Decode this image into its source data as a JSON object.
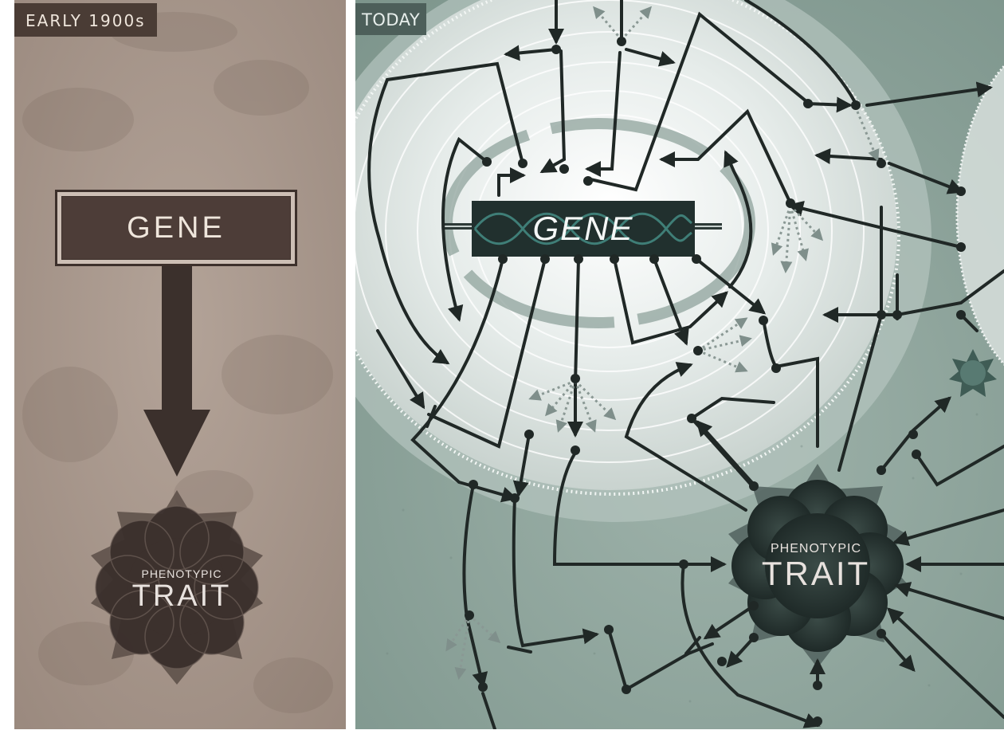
{
  "left_panel": {
    "tag": "EARLY 1900s",
    "gene_label": "GENE",
    "trait_small": "PHENOTYPIC",
    "trait_big": "TRAIT"
  },
  "right_panel": {
    "tag": "TODAY",
    "gene_label": "GENE",
    "trait_small": "PHENOTYPIC",
    "trait_big": "TRAIT"
  },
  "colors": {
    "left_background": "#a8978c",
    "right_background": "#8fa49c",
    "ink": "#2c3331",
    "gene_box_dark": "#21302e",
    "trait_dark": "#2f2a28",
    "trait_right_dark": "#2a3835"
  }
}
